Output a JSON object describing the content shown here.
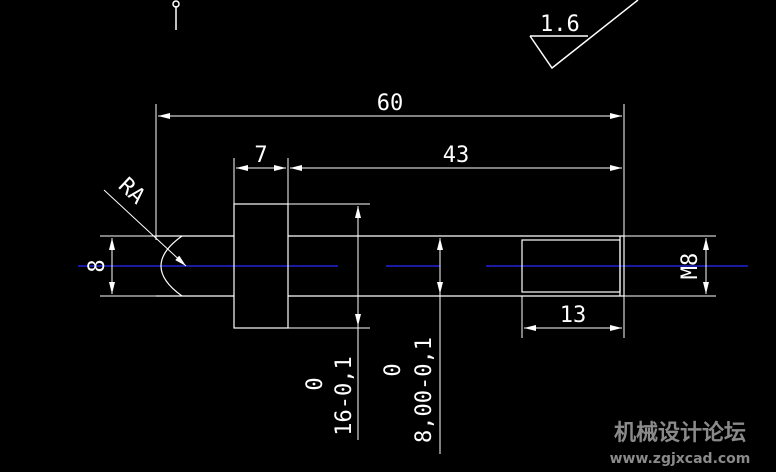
{
  "drawing": {
    "dimensions": {
      "overall_length": "60",
      "shoulder_width": "7",
      "shoulder_to_end": "43",
      "thread_length": "13",
      "left_diameter": "8",
      "thread_size": "M8",
      "radius_label": "RA",
      "roughness": "1.6"
    },
    "tolerances": {
      "collar_upper": "0",
      "collar_lower": "16-0,1",
      "shaft_upper": "0",
      "shaft_lower": "8,00-0,1"
    }
  },
  "watermark": {
    "title": "机械设计论坛",
    "url": "www.zgjxcad.com"
  },
  "colors": {
    "background": "#000000",
    "line": "#ffffff",
    "centerline": "#2a2aff",
    "watermark": "#8a8a8a"
  }
}
